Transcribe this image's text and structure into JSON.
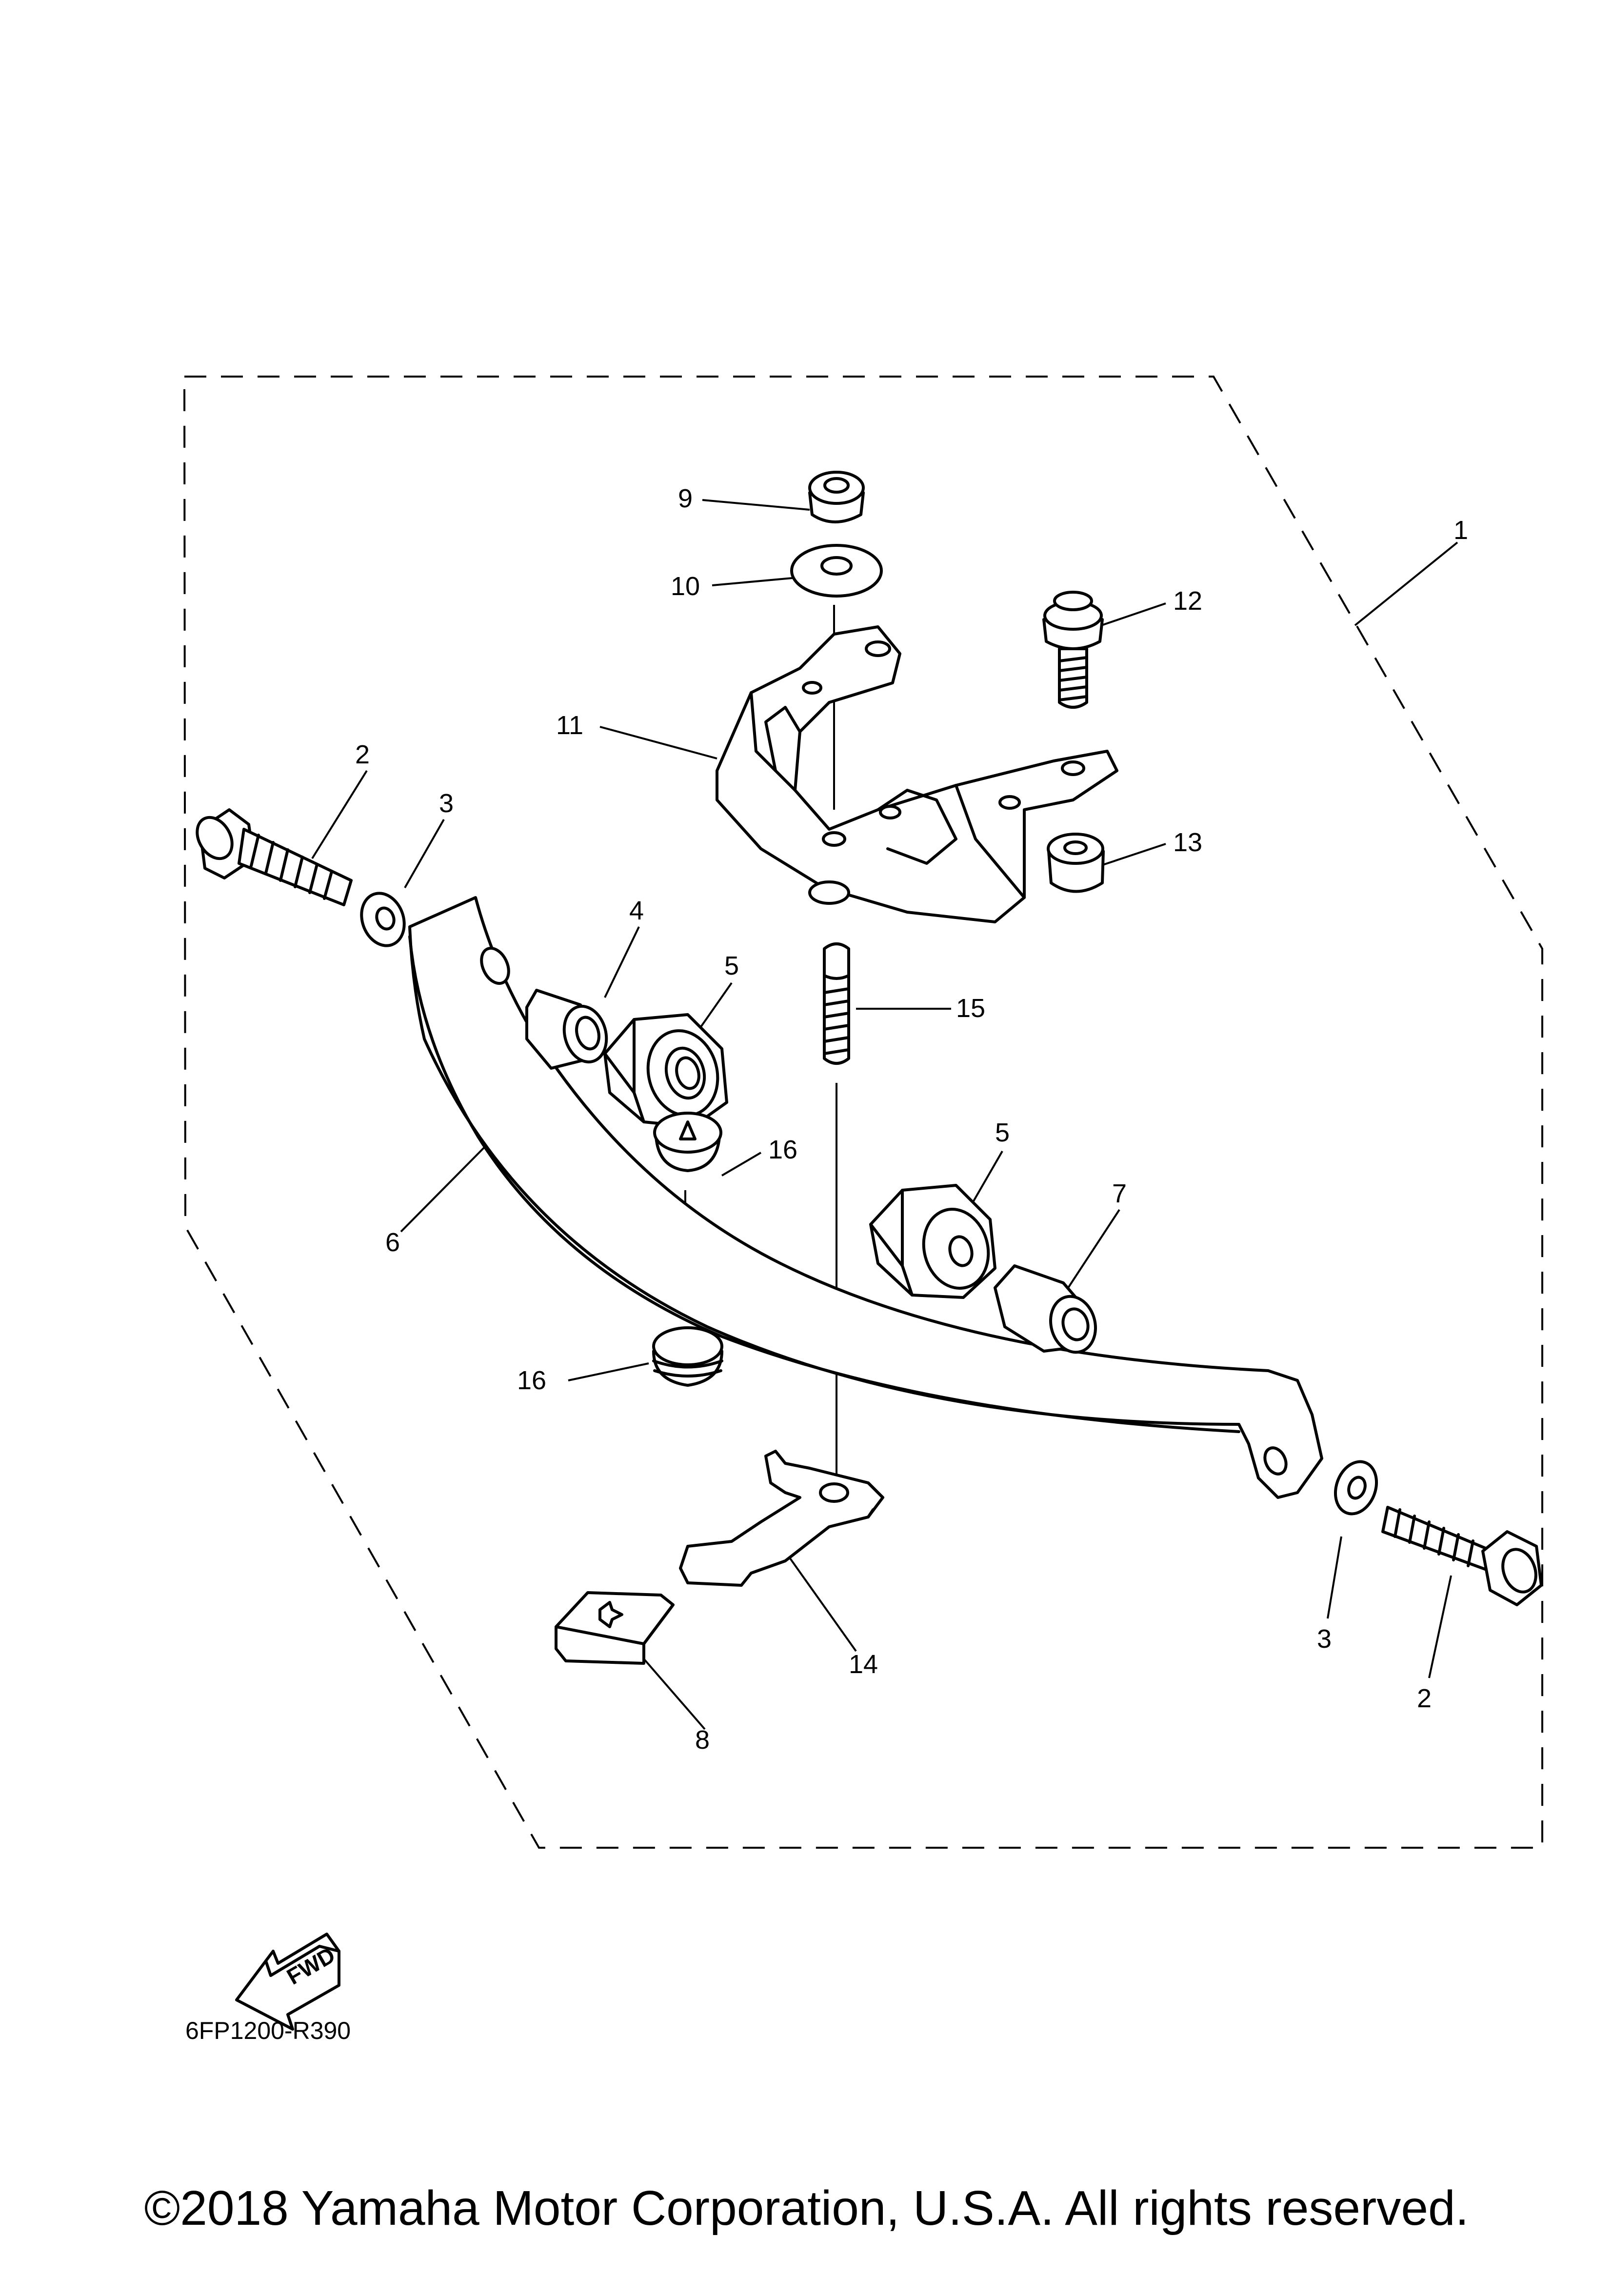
{
  "diagram": {
    "labels": [
      "1",
      "2",
      "3",
      "4",
      "5",
      "6",
      "7",
      "8",
      "9",
      "10",
      "11",
      "12",
      "13",
      "14",
      "15",
      "16",
      "2",
      "3",
      "5",
      "16"
    ],
    "fwd_label": "FWD",
    "diagram_code": "6FP1200-R390"
  },
  "footer": {
    "copyright": "©2018 Yamaha Motor Corporation, U.S.A. All rights reserved."
  }
}
